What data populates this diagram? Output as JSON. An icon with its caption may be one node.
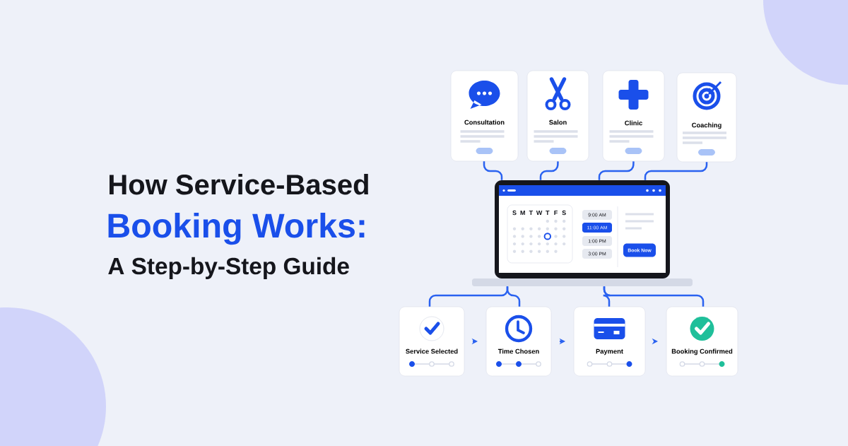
{
  "diagram": {
    "nodes": [
      {
        "text": [
          "Consultation"
        ]
      },
      {
        "text": [
          "Salon"
        ]
      },
      {
        "text": [
          "Clinic"
        ]
      },
      {
        "text": [
          "Coaching"
        ]
      },
      {
        "text": [],
        "shape": "picture"
      },
      {
        "text": [
          "9:00 AM"
        ],
        "in": 4
      },
      {
        "text": [
          "11:00 AM"
        ],
        "in": 4
      },
      {
        "text": [
          "1:00 PM"
        ],
        "in": 4
      },
      {
        "text": [
          "3:00 PM"
        ],
        "in": 4
      },
      {
        "text": [
          "Book Now"
        ],
        "in": 4
      },
      {
        "text": [
          "Service Selected"
        ]
      },
      {
        "text": [
          "Time Chosen"
        ]
      },
      {
        "text": [
          "Payment"
        ]
      },
      {
        "text": [
          "Booking Confirmed"
        ]
      }
    ],
    "edges": [
      {
        "from": 0,
        "to": 4,
        "arrow": "none"
      },
      {
        "from": 1,
        "to": 4,
        "arrow": "none"
      },
      {
        "from": 2,
        "to": 4,
        "arrow": "none"
      },
      {
        "from": 3,
        "to": 4,
        "arrow": "none"
      },
      {
        "from": 4,
        "to": 10,
        "arrow": "none"
      },
      {
        "from": 4,
        "to": 11,
        "arrow": "none"
      },
      {
        "from": 4,
        "to": 12,
        "arrow": "none"
      },
      {
        "from": 4,
        "to": 13,
        "arrow": "none"
      },
      {
        "from": 10,
        "to": 11,
        "arrow": "to"
      },
      {
        "from": 11,
        "to": 12,
        "arrow": "to"
      },
      {
        "from": 12,
        "to": 13,
        "arrow": "to"
      }
    ],
    "labels": [
      "How Service-Based",
      "Booking Works:",
      "A Step-by-Step Guide",
      "S",
      "M",
      "T",
      "W",
      "T",
      "F",
      "S"
    ]
  }
}
